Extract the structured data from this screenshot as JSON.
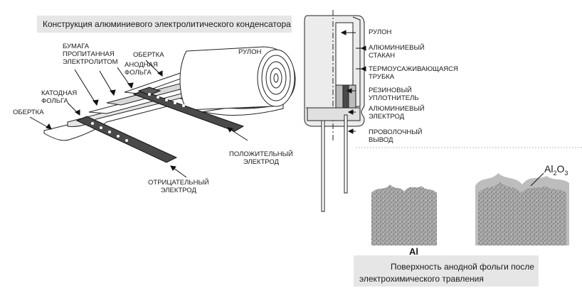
{
  "header_title": "Конструкция алюминиевого электролитического конденсатора",
  "left_labels": {
    "paper": [
      "БУМАГА",
      "ПРОПИТАННАЯ",
      "ЭЛЕКТРОЛИТОМ"
    ],
    "anode_foil": [
      "АНОДНАЯ",
      "ФОЛЬГА"
    ],
    "wrap_top": "ОБЕРТКА",
    "roll": "РУЛОН",
    "cathode_foil": [
      "КАТОДНАЯ",
      "ФОЛЬГА"
    ],
    "wrap_left": "ОБЕРТКА",
    "positive_electrode": [
      "ПОЛОЖИТЕЛЬНЫЙ",
      "ЭЛЕКТРОД"
    ],
    "negative_electrode": [
      "ОТРИЦАТЕЛЬНЫЙ",
      "ЭЛЕКТРОД"
    ]
  },
  "right_labels": {
    "roll": "РУЛОН",
    "al_can": [
      "АЛЮМИНИЕВЫЙ",
      "СТАКАН"
    ],
    "shrink_tube": [
      "ТЕРМОУСАЖИВАЮЩАЯСЯ",
      "ТРУБКА"
    ],
    "rubber_seal": [
      "РЕЗИНОВЫЙ",
      "УПЛОТНИТЕЛЬ"
    ],
    "al_electrode": [
      "АЛЮМИНИЕВЫЙ",
      "ЭЛЕКТРОД"
    ],
    "wire_lead": [
      "ПРОВОЛОЧНЫЙ",
      "ВЫВОД"
    ]
  },
  "foil_section": {
    "oxide_label": {
      "base": "Al",
      "sub1": "2",
      "mid": "O",
      "sub2": "3"
    },
    "al_label": "Al",
    "caption": [
      "Поверхность анодной фольги после",
      "электрохимического травления"
    ]
  },
  "colors": {
    "caption_bg": "#e6e6e6",
    "electrode": "#4a4a4a",
    "foil": "#d8d8d8",
    "oxide": "#bdbdbd",
    "etched_al": "#9a9a9a"
  }
}
